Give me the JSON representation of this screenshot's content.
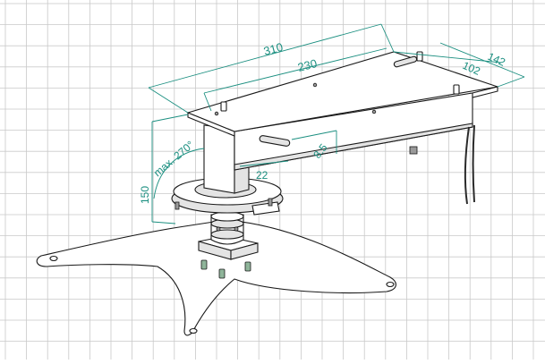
{
  "drawing": {
    "colors": {
      "grid": "#c9c9c9",
      "outline": "#1a1a1a",
      "dimension": "#1b8f80",
      "fill_light": "#ffffff",
      "fill_shade": "#e4e4e4",
      "fill_dark": "#9a9a9a",
      "cable": "#2a2a2a",
      "screw": "#8fb59a"
    },
    "dimensions": {
      "overall_length": "310",
      "plate_length": "230",
      "plate_width": "102",
      "overall_width": "142",
      "height": "150",
      "rotation": "max. 270°",
      "slot_width": "8.5",
      "slot_offset": "22"
    }
  }
}
